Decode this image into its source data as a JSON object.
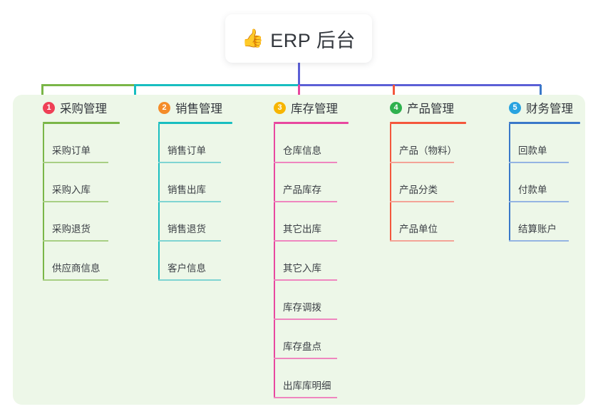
{
  "diagram": {
    "title": "ERP 后台",
    "root": {
      "icon": "thumbs-up-icon",
      "emoji": "👍",
      "label": "ERP 后台"
    },
    "panel_background": "#edf7e8",
    "branches": [
      {
        "number": "1",
        "label": "采购管理",
        "badge_color": "#ef4056",
        "line_color": "#7ab648",
        "leaf_color": "#a8cf84",
        "items": [
          {
            "label": "采购订单"
          },
          {
            "label": "采购入库"
          },
          {
            "label": "采购退货"
          },
          {
            "label": "供应商信息"
          }
        ]
      },
      {
        "number": "2",
        "label": "销售管理",
        "badge_color": "#f48c29",
        "line_color": "#18bec0",
        "leaf_color": "#7fd4d2",
        "items": [
          {
            "label": "销售订单"
          },
          {
            "label": "销售出库"
          },
          {
            "label": "销售退货"
          },
          {
            "label": "客户信息"
          }
        ]
      },
      {
        "number": "3",
        "label": "库存管理",
        "badge_color": "#f7b500",
        "line_color": "#e8489f",
        "leaf_color": "#ef86bf",
        "items": [
          {
            "label": "仓库信息"
          },
          {
            "label": "产品库存"
          },
          {
            "label": "其它出库"
          },
          {
            "label": "其它入库"
          },
          {
            "label": "库存调拨"
          },
          {
            "label": "库存盘点"
          },
          {
            "label": "出库库明细"
          }
        ]
      },
      {
        "number": "4",
        "label": "产品管理",
        "badge_color": "#2fb14e",
        "line_color": "#f4573c",
        "leaf_color": "#f4a397",
        "items": [
          {
            "label": "产品（物料）"
          },
          {
            "label": "产品分类"
          },
          {
            "label": "产品单位"
          }
        ]
      },
      {
        "number": "5",
        "label": "财务管理",
        "badge_color": "#29a3e0",
        "line_color": "#3a78c9",
        "leaf_color": "#94b4e2",
        "items": [
          {
            "label": "回款单"
          },
          {
            "label": "付款单"
          },
          {
            "label": "结算账户"
          }
        ]
      }
    ],
    "connectors": {
      "trunk_color": "#5b5fd6",
      "bar_segments": [
        {
          "color": "#7ab648"
        },
        {
          "color": "#18bec0"
        },
        {
          "color": "#5b5fd6"
        }
      ]
    }
  }
}
